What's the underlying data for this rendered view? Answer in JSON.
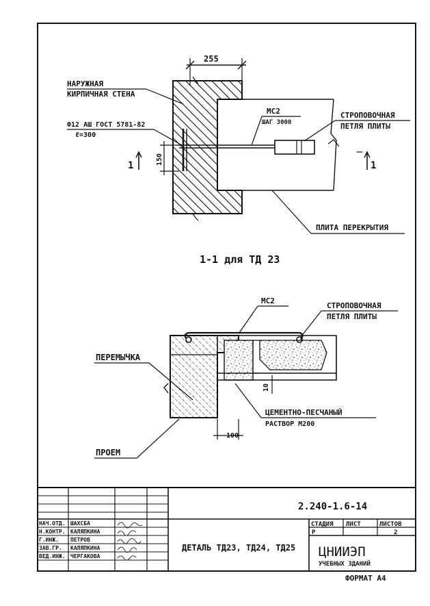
{
  "drawing": {
    "upper_section": {
      "dim_255": "255",
      "wall_label_1": "НАРУЖНАЯ",
      "wall_label_2": "КИРПИЧНАЯ СТЕНА",
      "anchor_label_1": "Ф12 АШ ГОСТ 5781-82",
      "anchor_label_2": "ℓ=300",
      "mc_label": "МС2",
      "step_label": "ШАГ 3000",
      "loop_label_1": "СТРОПОВОЧНАЯ",
      "loop_label_2": "ПЕТЛЯ ПЛИТЫ",
      "dim_150": "150",
      "cut_left": "1",
      "cut_right": "1",
      "slab_label": "ПЛИТА ПЕРЕКРЫТИЯ"
    },
    "section_title": "1-1  для ТД 23",
    "lower_section": {
      "mc_label": "МС2",
      "loop_label_1": "СТРОПОВОЧНАЯ",
      "loop_label_2": "ПЕТЛЯ ПЛИТЫ",
      "lintel_label": "ПЕРЕМЫЧКА",
      "dim_10": "10",
      "mortar_label_1": "ЦЕМЕНТНО-ПЕСЧАНЫЙ",
      "mortar_label_2": "РАСТВОР М200",
      "dim_100": "100",
      "opening_label": "ПРОЕМ"
    }
  },
  "title_block": {
    "doc_code": "2.240-1.6-14",
    "title": "ДЕТАЛЬ ТД23, ТД24, ТД25",
    "stage_header": "СТАДИЯ",
    "sheet_header": "ЛИСТ",
    "sheets_header": "ЛИСТОВ",
    "stage_value": "Р",
    "sheet_value": "",
    "sheets_value": "2",
    "org_name": "ЦНИИЭП",
    "org_sub": "УЧЕБНЫХ ЗДАНИЙ",
    "signers": [
      {
        "role": "НАЧ.ОТД.",
        "name": "ШАХСБА"
      },
      {
        "role": "Н.КОНТР.",
        "name": "КАЛЯПКИНА"
      },
      {
        "role": "Г.ИНЖ.",
        "name": "ПЕТРОВ"
      },
      {
        "role": "ЗАВ.ГР.",
        "name": "КАЛЯПКИНА"
      },
      {
        "role": "ВЕД.ИНЖ.",
        "name": "ЧЕРГАКОВА"
      }
    ]
  },
  "format_label": "ФОРМАТ А4"
}
